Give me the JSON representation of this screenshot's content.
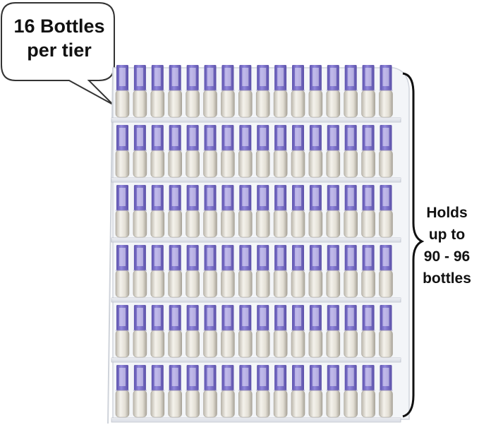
{
  "callout": {
    "line1": "16 Bottles",
    "line2": "per tier"
  },
  "side_note": {
    "line1": "Holds",
    "line2": "up to",
    "line3": "90 - 96",
    "line4": "bottles"
  },
  "rack": {
    "tiers": 6,
    "bottles_per_tier": 16
  },
  "colors": {
    "cap": "#ece9e1",
    "label": "#7f74c9",
    "acrylic": "#d6dae2",
    "bubble_border": "#333333",
    "text": "#111111"
  }
}
